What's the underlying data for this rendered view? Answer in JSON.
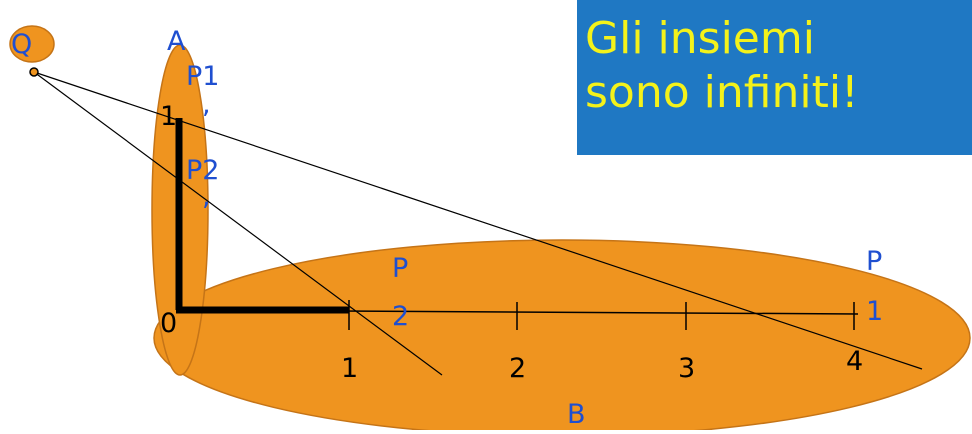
{
  "title": {
    "line1": "Gli insiemi",
    "line2": "sono infiniti!"
  },
  "colors": {
    "set_fill": "#ef941f",
    "set_stroke": "#bf6f10",
    "label_blue": "#1f4fd0",
    "axis": "#000000",
    "title_bg": "#1f78c3",
    "title_text": "#f4f21a"
  },
  "labels": {
    "point_Q": "Q",
    "set_A": "A",
    "set_B": "B",
    "vertical_P1": "P1",
    "vertical_P1_comma": ",",
    "vertical_P2": "P2",
    "vertical_P2_comma": ",",
    "horizontal_P2_top": "P",
    "horizontal_P2_bottom": "2",
    "horizontal_P1_top": "P",
    "horizontal_P1_bottom": "1"
  },
  "axis": {
    "origin": "0",
    "vertical_unit": "1",
    "ticks": [
      "1",
      "2",
      "3",
      "4"
    ]
  }
}
